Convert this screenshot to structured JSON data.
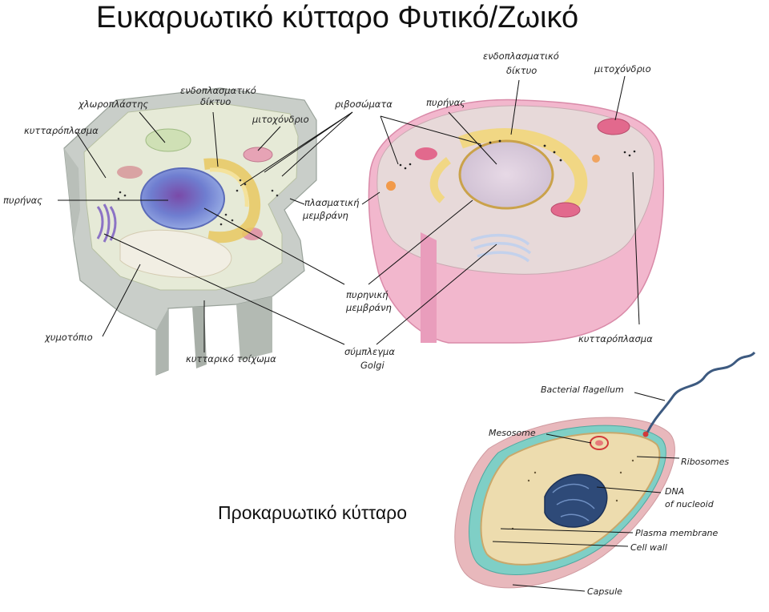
{
  "title": "Ευκαρυωτικό κύτταρο Φυτικό/Ζωικό",
  "subtitle": "Προκαρυωτικό κύτταρο",
  "plant_cell": {
    "labels": {
      "chloroplast": "χλωροπλάστης",
      "er": [
        "ενδοπλασματικό",
        "δίκτυο"
      ],
      "cytoplasm": "κυτταρόπλασμα",
      "mitochondrion": "μιτοχόνδριο",
      "nucleus": "πυρήνας",
      "vacuole": "χυμοτόπιο",
      "cell_wall": "κυτταρικό τοίχωμα"
    }
  },
  "shared_labels": {
    "ribosomes": "ριβοσώματα",
    "plasma_membrane": [
      "πλασματική",
      "μεμβράνη"
    ],
    "nuclear_membrane": [
      "πυρηνική",
      "μεμβράνη"
    ],
    "golgi": [
      "σύμπλεγμα",
      "Golgi"
    ]
  },
  "animal_cell": {
    "labels": {
      "er": [
        "ενδοπλασματικό",
        "δίκτυο"
      ],
      "mitochondrion": "μιτοχόνδριο",
      "nucleus": "πυρήνας",
      "cytoplasm": "κυτταρόπλασμα"
    }
  },
  "bacterial_cell": {
    "labels": {
      "flagellum": "Bacterial flagellum",
      "mesosome": "Mesosome",
      "ribosomes": "Ribosomes",
      "dna": [
        "DNA",
        "of nucleoid"
      ],
      "plasma_membrane": "Plasma membrane",
      "cell_wall": "Cell wall",
      "capsule": "Capsule"
    }
  }
}
